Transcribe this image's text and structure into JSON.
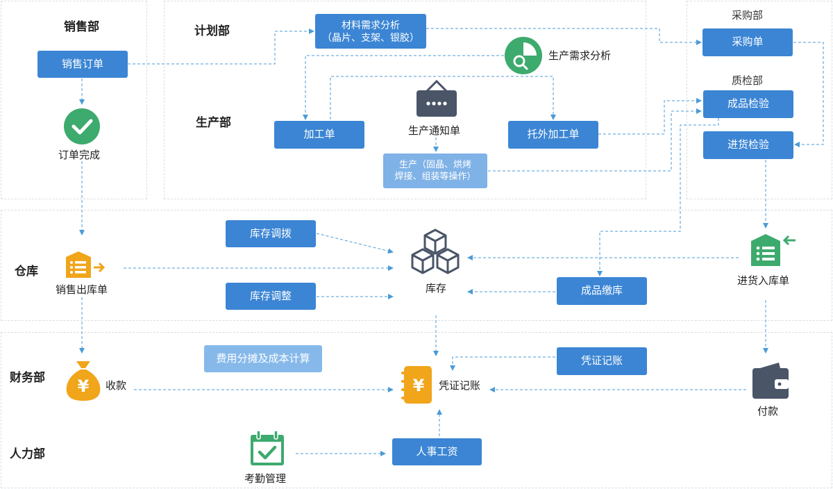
{
  "departments": {
    "sales": "销售部",
    "planning": "计划部",
    "production": "生产部",
    "purchasing": "采购部",
    "quality": "质检部",
    "warehouse": "仓库",
    "finance": "财务部",
    "hr": "人力部"
  },
  "boxes": {
    "sales_order": "销售订单",
    "material_demand": "材料需求分析\n（晶片、支架、银胶）",
    "purchase_order": "采购单",
    "finished_inspection": "成品检验",
    "incoming_inspection": "进货检验",
    "processing_order": "加工单",
    "outsourced_processing": "托外加工单",
    "production_operation": "生产（固晶、烘烤\n焊接、组装等操作）",
    "stock_transfer": "库存调拨",
    "stock_adjust": "库存调整",
    "finished_storage": "成品缴库",
    "cost_allocation": "费用分摊及成本计算",
    "voucher_box": "凭证记账",
    "hr_salary": "人事工资"
  },
  "labels": {
    "order_complete": "订单完成",
    "production_demand": "生产需求分析",
    "production_notice": "生产通知单",
    "sales_outbound": "销售出库单",
    "inventory": "库存",
    "purchase_inbound": "进货入库单",
    "payment_received": "收款",
    "voucher": "凭证记账",
    "payment": "付款",
    "attendance": "考勤管理"
  },
  "icons": {
    "order_complete": "check-circle-icon",
    "production_demand": "pie-search-icon",
    "production_notice": "signboard-icon",
    "sales_outbound": "outbound-list-icon",
    "inventory": "boxes-icon",
    "purchase_inbound": "inbound-list-icon",
    "payment_received": "money-bag-icon",
    "voucher": "ledger-icon",
    "payment": "wallet-icon",
    "attendance": "calendar-check-icon"
  },
  "colors": {
    "box": "#3b85d4",
    "box_light": "#7fb2e6",
    "arrow": "#4a9bd8",
    "green": "#3daa6e",
    "orange": "#f0a51b",
    "dark": "#4a5568"
  }
}
